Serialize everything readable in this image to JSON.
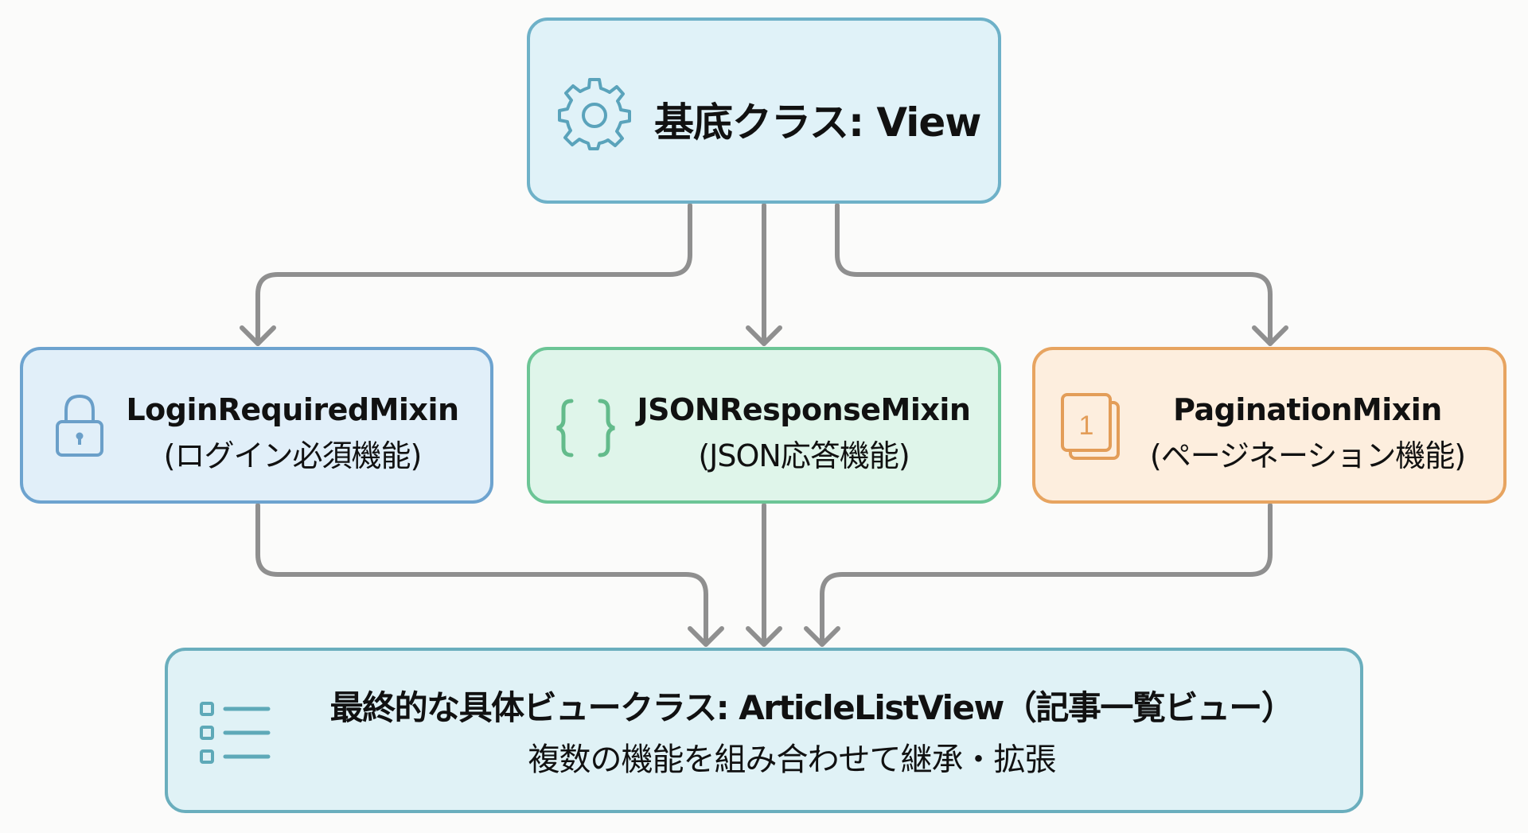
{
  "diagram": {
    "base": {
      "title": "基底クラス: View",
      "icon": "gear-icon",
      "color": "#6eb1c8"
    },
    "mixins": [
      {
        "name": "LoginRequiredMixin",
        "desc": "(ログイン必須機能)",
        "icon": "lock-icon",
        "color": "#6da3cf"
      },
      {
        "name": "JSONResponseMixin",
        "desc": "(JSON応答機能)",
        "icon": "braces-icon",
        "color": "#6cc596"
      },
      {
        "name": "PaginationMixin",
        "desc": "(ページネーション機能)",
        "icon": "pages-icon",
        "icon_label": "1",
        "color": "#e7a460"
      }
    ],
    "final": {
      "title": "最終的な具体ビュークラス: ArticleListView（記事一覧ビュー）",
      "desc": "複数の機能を組み合わせて継承・拡張",
      "icon": "list-icon",
      "color": "#6aaebd"
    },
    "edges": [
      {
        "from": "基底クラス: View",
        "to": "LoginRequiredMixin"
      },
      {
        "from": "基底クラス: View",
        "to": "JSONResponseMixin"
      },
      {
        "from": "基底クラス: View",
        "to": "PaginationMixin"
      },
      {
        "from": "LoginRequiredMixin",
        "to": "ArticleListView"
      },
      {
        "from": "JSONResponseMixin",
        "to": "ArticleListView"
      },
      {
        "from": "PaginationMixin",
        "to": "ArticleListView"
      }
    ],
    "connector_color": "#8f8f8f"
  }
}
